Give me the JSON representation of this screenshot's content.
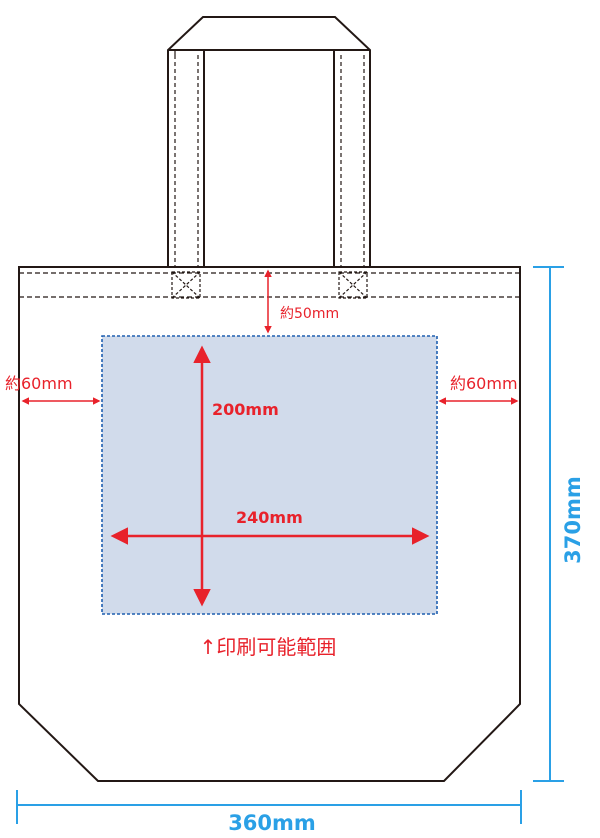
{
  "labels": {
    "top_margin": "約50mm",
    "left_margin": "約60mm",
    "right_margin": "約60mm",
    "print_height": "200mm",
    "print_width": "240mm",
    "print_area": "↑印刷可能範囲",
    "bag_width": "360mm",
    "bag_height": "370mm"
  },
  "colors": {
    "outline": "#231815",
    "print_area_fill": "#d1dbeb",
    "print_area_border": "#1f5fb0",
    "red": "#e8222b",
    "blue": "#2aa0e6"
  }
}
